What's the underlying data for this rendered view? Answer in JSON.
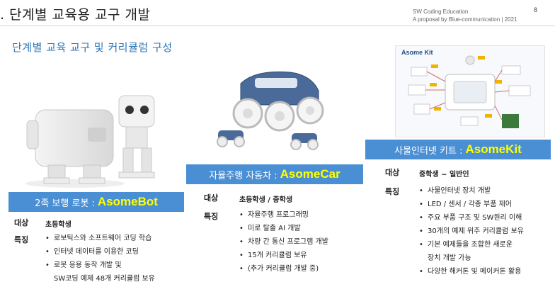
{
  "header": {
    "title": ". 단계별 교육용 교구 개발",
    "brand_line1": "SW Coding Education",
    "brand_line2": "A proposal by Blue-communication | 2021",
    "page_number": "8"
  },
  "subtitle": "단계별 교육 교구 및 커리큘럼 구성",
  "products": [
    {
      "banner_prefix": "2족 보행 로봇 :",
      "banner_name": "AsomeBot",
      "target_label": "대상",
      "target_value": "초등학생",
      "features_label": "특징",
      "features": [
        "로보틱스와 소프트웨어 코딩 학습",
        "인터넷 데이터를 이용한 코딩",
        "로봇 응용 동작 개발 및",
        "SW코딩 예제 48개 커리큘럼 보유"
      ]
    },
    {
      "banner_prefix": "자율주행 자동차 :",
      "banner_name": "AsomeCar",
      "target_label": "대상",
      "target_value": "초등학생 / 중학생",
      "features_label": "특징",
      "features": [
        "자율주행 프로그래밍",
        "미로 탈출 AI 개발",
        "차량 간 통신 프로그램 개발",
        "15개 커리큘럼 보유",
        "(추가 커리큘럼 개발 중)"
      ]
    },
    {
      "banner_prefix": "사물인터넷 키트 :",
      "banner_name": "AsomeKit",
      "target_label": "대상",
      "target_value": "중학생 ~ 일반인",
      "features_label": "특징",
      "features": [
        "사물인터넷 장치 개발",
        "LED / 센서 / 각종 부품 제어",
        "주요 부품 구조 및 SW원리 이해",
        "30개의 예제 위주 커리큘럼 보유",
        "기본 예제들을 조합한 새로운",
        "장치 개발 가능",
        "다양한 해커톤 및 메이커톤 활용"
      ]
    }
  ],
  "kit_image_label": "Asome Kit",
  "colors": {
    "banner": "#4a8fd4",
    "highlight": "#ffff00",
    "subtitle": "#2e74b5"
  }
}
